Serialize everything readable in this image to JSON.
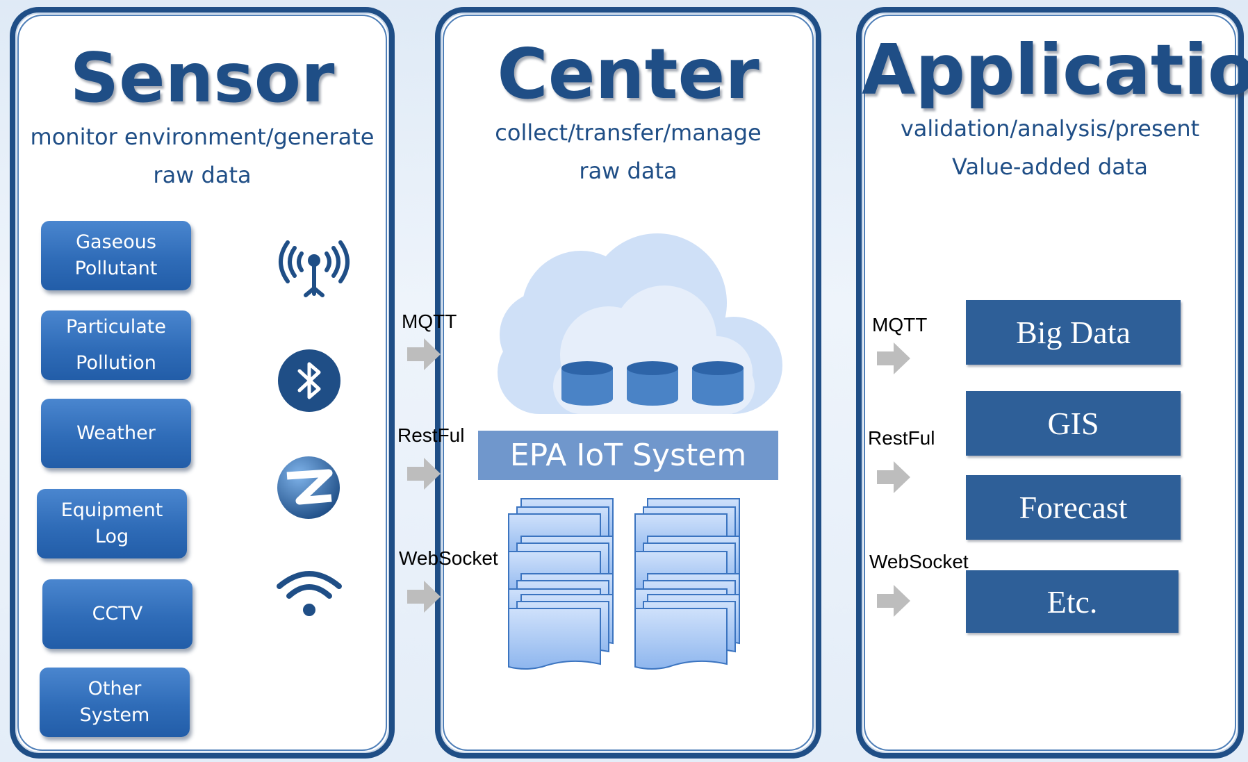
{
  "colors": {
    "primary": "#1f4e86",
    "button": "#2f6cb8",
    "app_button": "#2e5f98",
    "epa_bar": "#7097cc",
    "arrow": "#bdbdbd"
  },
  "sensor": {
    "title": "Sensor",
    "subtitle_line1": "monitor  environment/generate",
    "subtitle_line2": "raw data",
    "buttons": [
      {
        "line1": "Gaseous",
        "line2": "Pollutant"
      },
      {
        "line1": "Particulate",
        "line2": "Pollution"
      },
      {
        "line1": "Weather",
        "line2": ""
      },
      {
        "line1": "Equipment",
        "line2": "Log"
      },
      {
        "line1": "CCTV",
        "line2": ""
      },
      {
        "line1": "Other",
        "line2": "System"
      }
    ],
    "icons": [
      "antenna-icon",
      "bluetooth-icon",
      "zigbee-icon",
      "wifi-icon"
    ]
  },
  "center": {
    "title": "Center",
    "subtitle_line1": "collect/transfer/manage",
    "subtitle_line2": "raw data",
    "system_label": "EPA IoT System",
    "protocols": [
      "MQTT",
      "RestFul",
      "WebSocket"
    ]
  },
  "application": {
    "title": "Application",
    "subtitle_line1": "validation/analysis/present",
    "subtitle_line2": "Value-added data",
    "protocols": [
      "MQTT",
      "RestFul",
      "WebSocket"
    ],
    "buttons": [
      "Big Data",
      "GIS",
      "Forecast",
      "Etc."
    ]
  }
}
